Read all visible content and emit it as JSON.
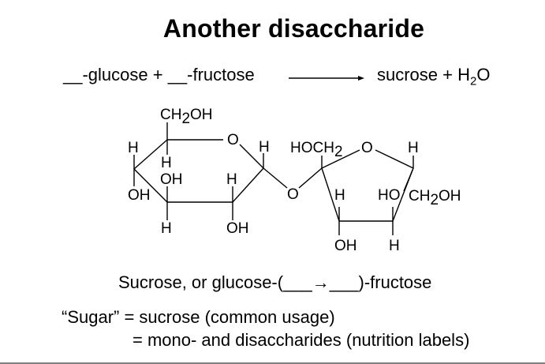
{
  "slide": {
    "title": "Another disaccharide",
    "reaction": {
      "reactants": "__-glucose + __-fructose",
      "product_main": "sucrose + H",
      "product_sub": "2",
      "product_tail": "O"
    },
    "structure": {
      "glucose": {
        "ch2oh": "CH",
        "ch2oh_sub": "2",
        "ch2oh_tail": "OH",
        "ring_o": "O",
        "h_left": "H",
        "h_c4": "H",
        "oh_c3": "OH",
        "oh_c4": "OH",
        "h_c2": "H",
        "h_c3": "H",
        "oh_c2": "OH",
        "h_c1": "H"
      },
      "glycosidic_o": "O",
      "fructose": {
        "hoch2": "HOCH",
        "hoch2_sub": "2",
        "ring_o": "O",
        "h_c5": "H",
        "h_c3": "H",
        "ho_c4": "HO",
        "ch2oh": "CH",
        "ch2oh_sub": "2",
        "ch2oh_tail": "OH",
        "oh_c3": "OH",
        "h_c4": "H"
      }
    },
    "name_line": "Sucrose, or glucose-(___→___)-fructose",
    "notes": [
      "“Sugar” = sucrose (common usage)",
      "= mono- and disaccharides (nutrition labels)"
    ]
  }
}
